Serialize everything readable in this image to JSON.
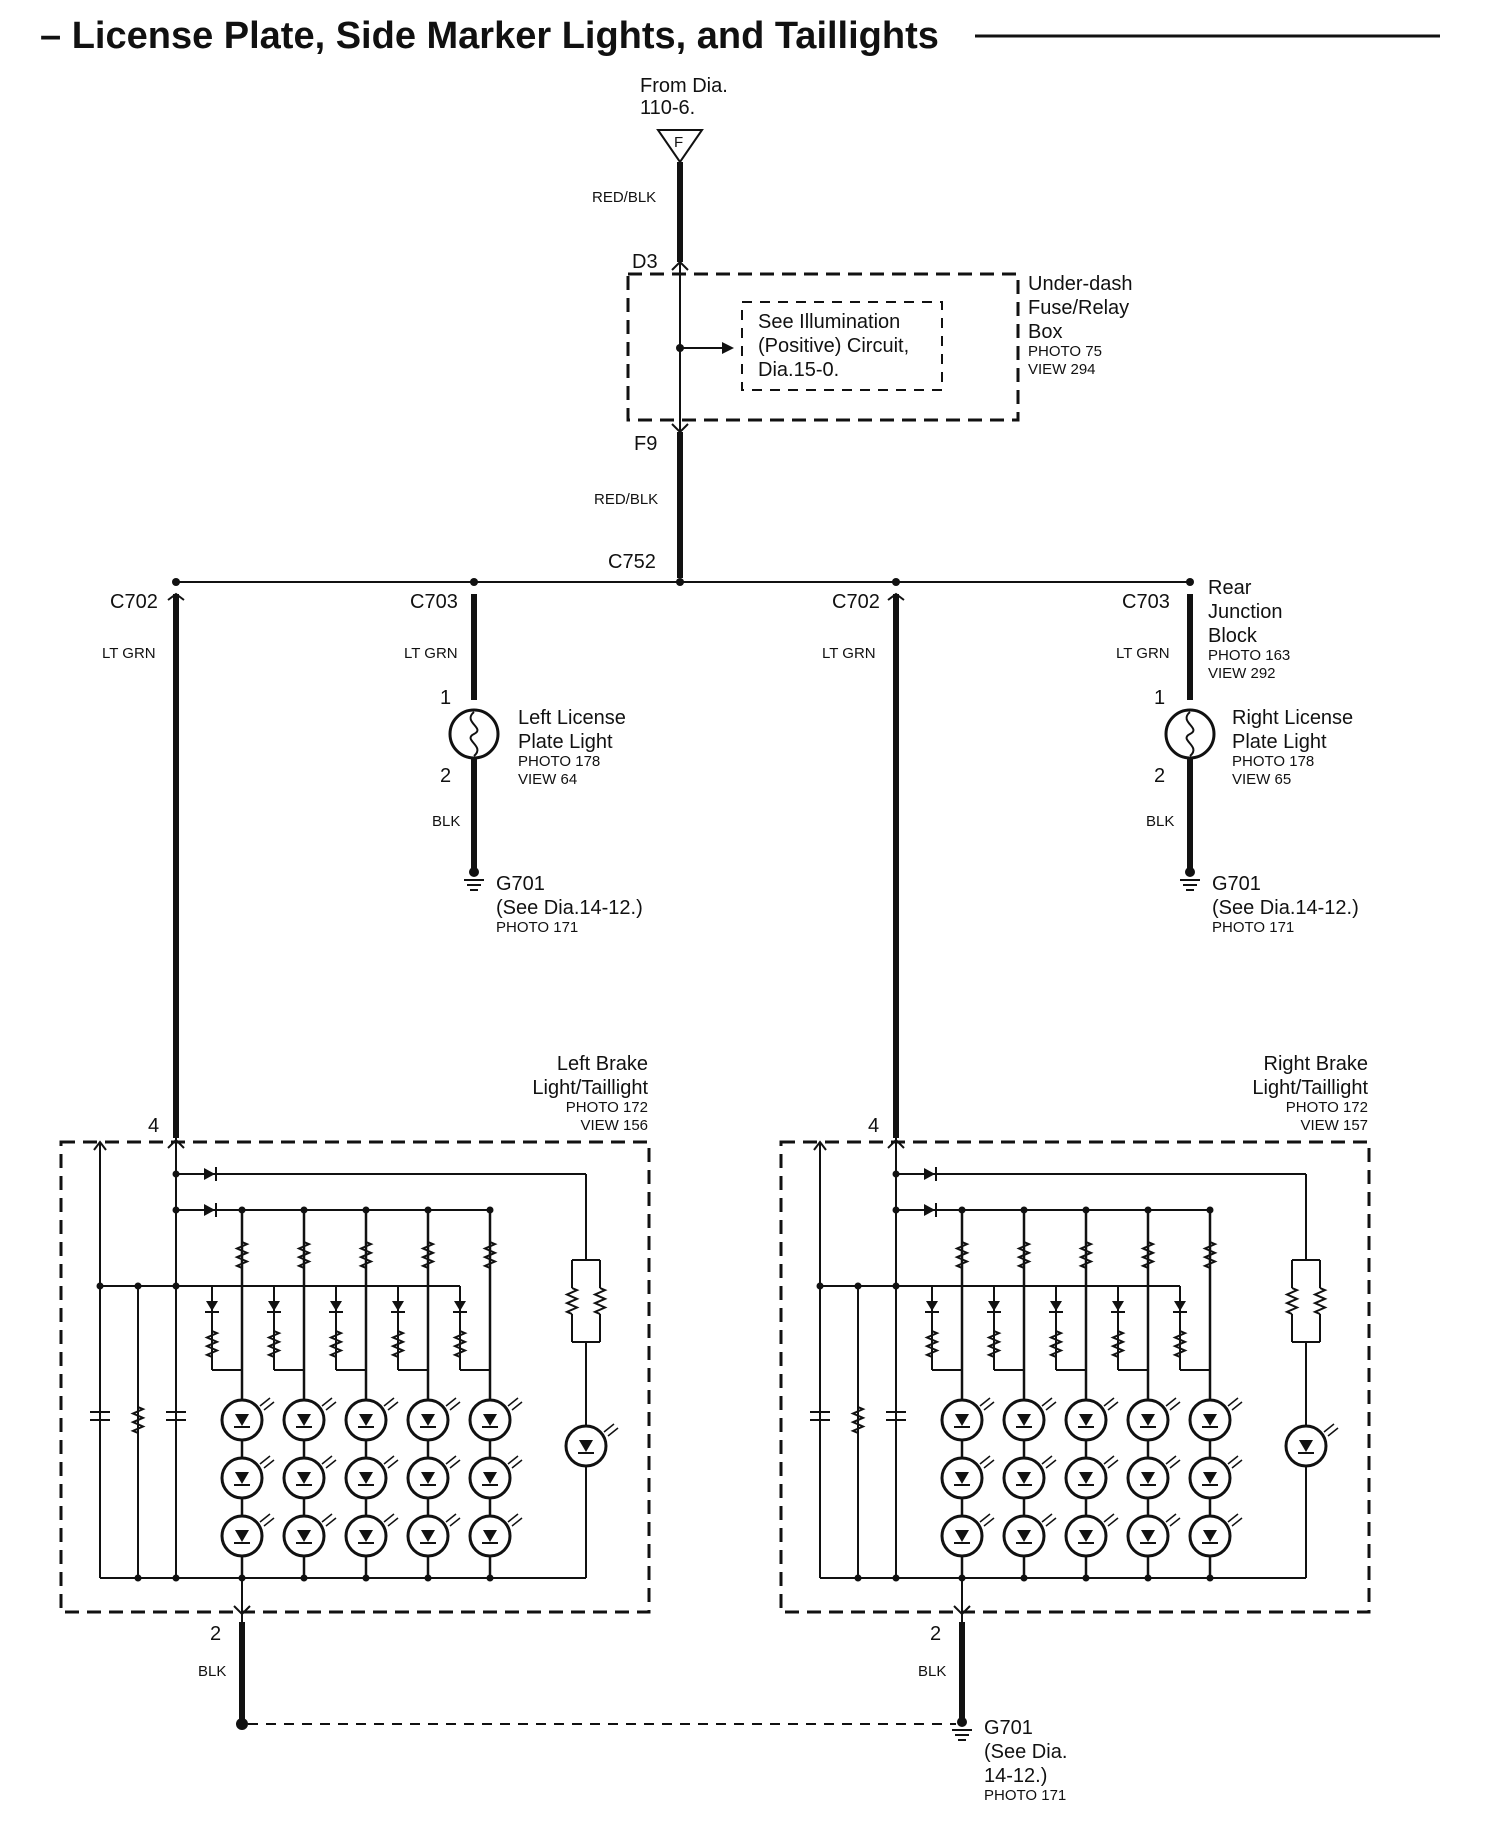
{
  "title": "– License Plate, Side Marker Lights, and Taillights",
  "source": {
    "line1": "From Dia.",
    "line2": "110-6.",
    "connector": "F"
  },
  "wires": {
    "red_blk": "RED/BLK",
    "lt_grn": "LT GRN",
    "blk": "BLK"
  },
  "connectors": {
    "d3": "D3",
    "f9": "F9",
    "c752": "C752",
    "c702": "C702",
    "c703": "C703"
  },
  "fuse_box": {
    "line1": "Under-dash",
    "line2": "Fuse/Relay",
    "line3": "Box",
    "photo": "PHOTO 75",
    "view": "VIEW 294",
    "note1": "See Illumination",
    "note2": "(Positive) Circuit,",
    "note3": "Dia.15-0."
  },
  "junction_block": {
    "line1": "Rear",
    "line2": "Junction",
    "line3": "Block",
    "photo": "PHOTO 163",
    "view": "VIEW 292"
  },
  "left_plate": {
    "line1": "Left License",
    "line2": "Plate Light",
    "photo": "PHOTO 178",
    "view": "VIEW 64",
    "pin1": "1",
    "pin2": "2"
  },
  "right_plate": {
    "line1": "Right License",
    "line2": "Plate Light",
    "photo": "PHOTO 178",
    "view": "VIEW 65",
    "pin1": "1",
    "pin2": "2"
  },
  "ground": {
    "name": "G701",
    "see": "(See Dia.14-12.)",
    "photo": "PHOTO 171",
    "see_a": "(See Dia.",
    "see_b": "14-12.)"
  },
  "left_tail": {
    "line1": "Left Brake",
    "line2": "Light/Taillight",
    "photo": "PHOTO 172",
    "view": "VIEW 156",
    "pin_in": "4",
    "pin_out": "2"
  },
  "right_tail": {
    "line1": "Right Brake",
    "line2": "Light/Taillight",
    "photo": "PHOTO 172",
    "view": "VIEW 157",
    "pin_in": "4",
    "pin_out": "2"
  }
}
